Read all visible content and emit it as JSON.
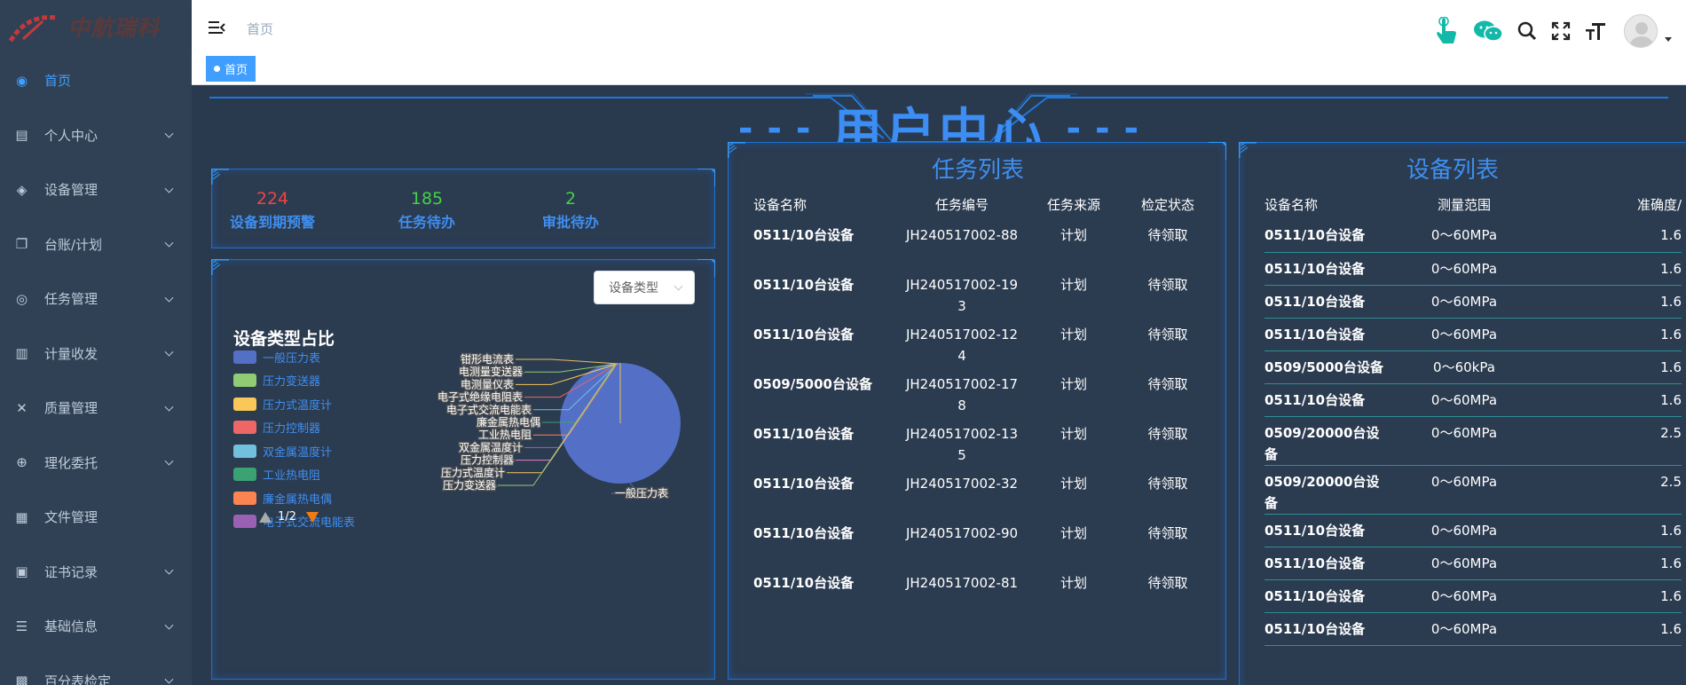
{
  "brand": {
    "name": "中航瑞科"
  },
  "sidebar": {
    "items": [
      {
        "label": "首页",
        "icon": "dashboard-icon",
        "active": true,
        "has_children": false
      },
      {
        "label": "个人中心",
        "icon": "document-icon",
        "active": false,
        "has_children": true
      },
      {
        "label": "设备管理",
        "icon": "layers-icon",
        "active": false,
        "has_children": true
      },
      {
        "label": "台账/计划",
        "icon": "copy-icon",
        "active": false,
        "has_children": true
      },
      {
        "label": "任务管理",
        "icon": "target-icon",
        "active": false,
        "has_children": true
      },
      {
        "label": "计量收发",
        "icon": "book-icon",
        "active": false,
        "has_children": true
      },
      {
        "label": "质量管理",
        "icon": "tools-icon",
        "active": false,
        "has_children": true
      },
      {
        "label": "理化委托",
        "icon": "crosshair-icon",
        "active": false,
        "has_children": true
      },
      {
        "label": "文件管理",
        "icon": "files-icon",
        "active": false,
        "has_children": false
      },
      {
        "label": "证书记录",
        "icon": "certificate-icon",
        "active": false,
        "has_children": true
      },
      {
        "label": "基础信息",
        "icon": "list-icon",
        "active": false,
        "has_children": true
      },
      {
        "label": "百分表检定",
        "icon": "gauge-icon",
        "active": false,
        "has_children": true
      }
    ]
  },
  "header": {
    "breadcrumb": "首页",
    "icons": [
      "touch-icon",
      "wechat-icon",
      "search-icon",
      "fullscreen-icon",
      "font-size-icon",
      "avatar"
    ]
  },
  "tags": {
    "active": "首页"
  },
  "main": {
    "title": "用户中心",
    "stats": [
      {
        "value": "224",
        "label": "设备到期预警",
        "color": "#f04444"
      },
      {
        "value": "185",
        "label": "任务待办",
        "color": "#44d244"
      },
      {
        "value": "2",
        "label": "审批待办",
        "color": "#44d244"
      }
    ],
    "pie": {
      "select_label": "设备类型",
      "title": "设备类型占比",
      "legend": [
        {
          "name": "一般压力表",
          "color": "#5470c6"
        },
        {
          "name": "压力变送器",
          "color": "#91cc75"
        },
        {
          "name": "压力式温度计",
          "color": "#fac858"
        },
        {
          "name": "压力控制器",
          "color": "#ee6666"
        },
        {
          "name": "双金属温度计",
          "color": "#73c0de"
        },
        {
          "name": "工业热电阻",
          "color": "#3ba272"
        },
        {
          "name": "廉金属热电偶",
          "color": "#fc8452"
        },
        {
          "name": "电子式交流电能表",
          "color": "#9a60b4"
        }
      ],
      "pager": "1/2",
      "slice_labels": [
        "钳形电流表",
        "电测量变送器",
        "电测量仪表",
        "电子式绝缘电阻表",
        "电子式交流电能表",
        "廉金属热电偶",
        "工业热电阻",
        "双金属温度计",
        "压力控制器",
        "压力式温度计",
        "压力变送器",
        "一般压力表"
      ]
    },
    "tasks": {
      "title": "任务列表",
      "columns": [
        "设备名称",
        "任务编号",
        "任务来源",
        "检定状态"
      ],
      "rows": [
        [
          "0511/10台设备",
          "JH240517002-88",
          "计划",
          "待领取"
        ],
        [
          "0511/10台设备",
          "JH240517002-193",
          "计划",
          "待领取"
        ],
        [
          "0511/10台设备",
          "JH240517002-124",
          "计划",
          "待领取"
        ],
        [
          "0509/5000台设备",
          "JH240517002-178",
          "计划",
          "待领取"
        ],
        [
          "0511/10台设备",
          "JH240517002-135",
          "计划",
          "待领取"
        ],
        [
          "0511/10台设备",
          "JH240517002-32",
          "计划",
          "待领取"
        ],
        [
          "0511/10台设备",
          "JH240517002-90",
          "计划",
          "待领取"
        ],
        [
          "0511/10台设备",
          "JH240517002-81",
          "计划",
          "待领取"
        ]
      ]
    },
    "devices": {
      "title": "设备列表",
      "columns": [
        "设备名称",
        "测量范围",
        "准确度/"
      ],
      "rows": [
        [
          "0511/10台设备",
          "0～60MPa",
          "1.6"
        ],
        [
          "0511/10台设备",
          "0～60MPa",
          "1.6"
        ],
        [
          "0511/10台设备",
          "0～60MPa",
          "1.6"
        ],
        [
          "0511/10台设备",
          "0～60MPa",
          "1.6"
        ],
        [
          "0509/5000台设备",
          "0～60kPa",
          "1.6"
        ],
        [
          "0511/10台设备",
          "0～60MPa",
          "1.6"
        ],
        [
          "0509/20000台设备",
          "0～60MPa",
          "2.5"
        ],
        [
          "0509/20000台设备",
          "0～60MPa",
          "2.5"
        ],
        [
          "0511/10台设备",
          "0～60MPa",
          "1.6"
        ],
        [
          "0511/10台设备",
          "0～60MPa",
          "1.6"
        ],
        [
          "0511/10台设备",
          "0～60MPa",
          "1.6"
        ],
        [
          "0511/10台设备",
          "0～60MPa",
          "1.6"
        ]
      ]
    }
  }
}
